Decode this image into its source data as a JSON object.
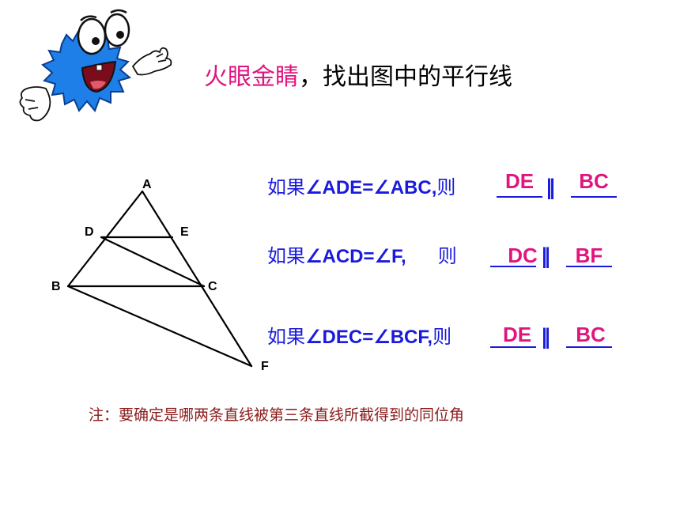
{
  "title": {
    "highlight": "火眼金睛",
    "rest": "，找出图中的平行线"
  },
  "figure": {
    "points": {
      "A": "A",
      "D": "D",
      "E": "E",
      "B": "B",
      "C": "C",
      "F": "F"
    }
  },
  "rows": [
    {
      "prefix": "如果",
      "angle": "∠ADE=∠ABC,",
      "then": "则",
      "ans1": "DE",
      "par": "∥",
      "ans2": "BC"
    },
    {
      "prefix": "如果",
      "angle": "∠ACD=∠F,",
      "then": "则",
      "ans1": "DC",
      "par": "∥",
      "ans2": "BF"
    },
    {
      "prefix": "如果",
      "angle": "∠DEC=∠BCF,",
      "then": "则",
      "ans1": "DE",
      "par": "∥",
      "ans2": "BC"
    }
  ],
  "note": "注：要确定是哪两条直线被第三条直线所截得到的同位角",
  "colors": {
    "title_highlight": "#e0157f",
    "text_blue": "#1a1adc",
    "answer": "#e0157f",
    "note": "#8b1a1a",
    "mascot": "#1e7fe8"
  }
}
